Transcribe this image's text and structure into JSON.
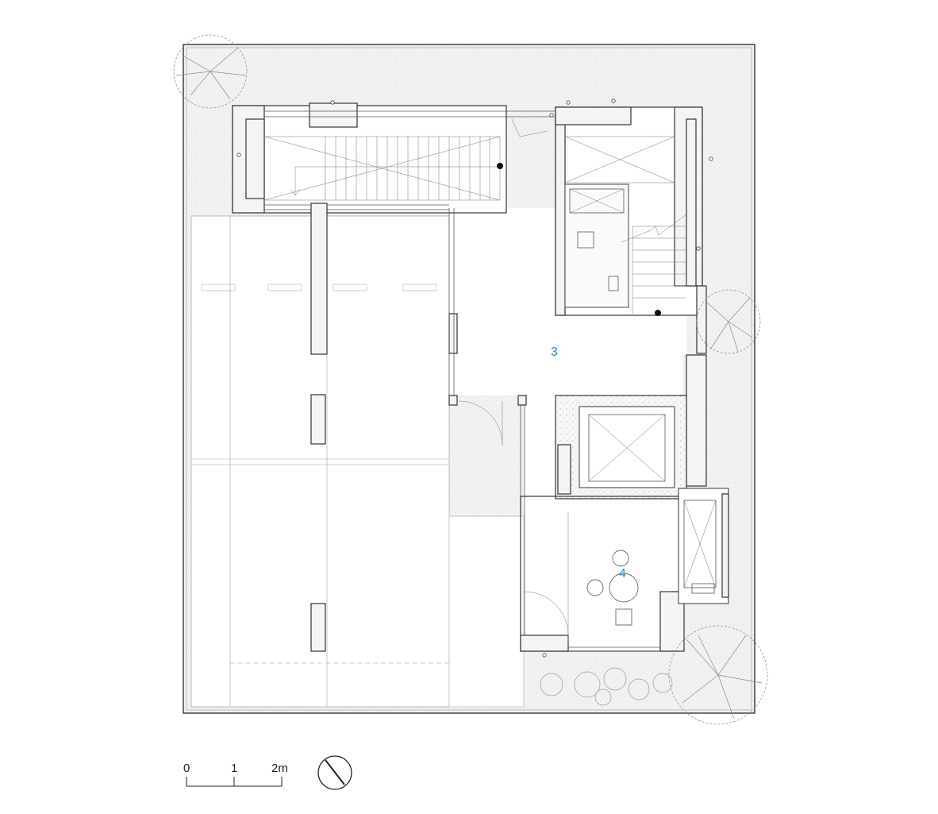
{
  "rooms": [
    {
      "id": "3",
      "label": "3"
    },
    {
      "id": "4",
      "label": "4"
    }
  ],
  "scale_bar": {
    "ticks": [
      "0",
      "1",
      "2m"
    ]
  },
  "north_arrow": {
    "icon": "north-arrow-icon"
  },
  "colors": {
    "label_blue": "#2a8fc4",
    "line": "#333333",
    "ground_fill": "#eef0f0"
  }
}
